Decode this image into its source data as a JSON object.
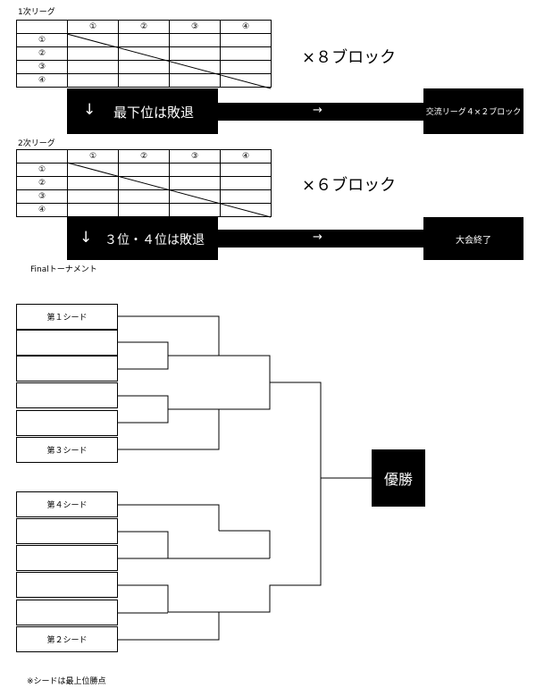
{
  "league1": {
    "title": "1次リーグ",
    "cols": [
      "①",
      "②",
      "③",
      "④"
    ],
    "rows": [
      "①",
      "②",
      "③",
      "④"
    ],
    "multiplier": "×８ブロック",
    "bar": {
      "arrow_down": "↓",
      "text": "最下位は敗退",
      "arrow_right": "→",
      "dest": "交流リーグ４×２ブロック"
    }
  },
  "league2": {
    "title": "2次リーグ",
    "cols": [
      "①",
      "②",
      "③",
      "④"
    ],
    "rows": [
      "①",
      "②",
      "③",
      "④"
    ],
    "multiplier": "×６ブロック",
    "bar": {
      "arrow_down": "↓",
      "text": "３位・４位は敗退",
      "arrow_right": "→",
      "dest": "大会終了"
    }
  },
  "final": {
    "title": "Finalトーナメント",
    "slots": [
      "第１シード",
      "",
      "",
      "",
      "",
      "第３シード",
      "第４シード",
      "",
      "",
      "",
      "",
      "第２シード"
    ],
    "champion": "優勝"
  },
  "footnote": "※シードは最上位勝点"
}
